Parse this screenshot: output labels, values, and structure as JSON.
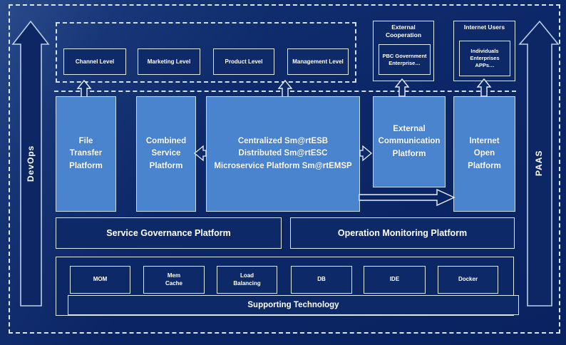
{
  "colors": {
    "background": "#0c2767",
    "platform_blue": "#4a84ce",
    "box_navy": "#0d2968",
    "border_light": "#dfeaf8",
    "text": "#ffffff"
  },
  "rails": {
    "devops": "DevOps",
    "paas": "PAAS"
  },
  "top_band": {
    "levels": [
      "Channel Level",
      "Marketing Level",
      "Product Level",
      "Management Level"
    ],
    "external_cooperation": {
      "title": "External\nCooperation",
      "members": "PBC Government\nEnterprise…"
    },
    "internet_users": {
      "title": "Internet Users",
      "members": "Individuals\nEnterprises\nAPPs…"
    }
  },
  "platforms": {
    "file_transfer": "File\nTransfer\nPlatform",
    "combined_service": "Combined\nService\nPlatform",
    "central_bus": "Centralized Sm@rtESB\nDistributed Sm@rtESC\nMicroservice Platform Sm@rtEMSP",
    "external_communication": "External\nCommunication\nPlatform",
    "internet_open": "Internet\nOpen\nPlatform"
  },
  "management_row": {
    "service_governance": "Service Governance Platform",
    "operation_monitoring": "Operation Monitoring Platform"
  },
  "supporting": {
    "technologies": [
      "MOM",
      "Mem\nCache",
      "Load\nBalancing",
      "DB",
      "IDE",
      "Docker"
    ],
    "bar": "Supporting Technology"
  }
}
